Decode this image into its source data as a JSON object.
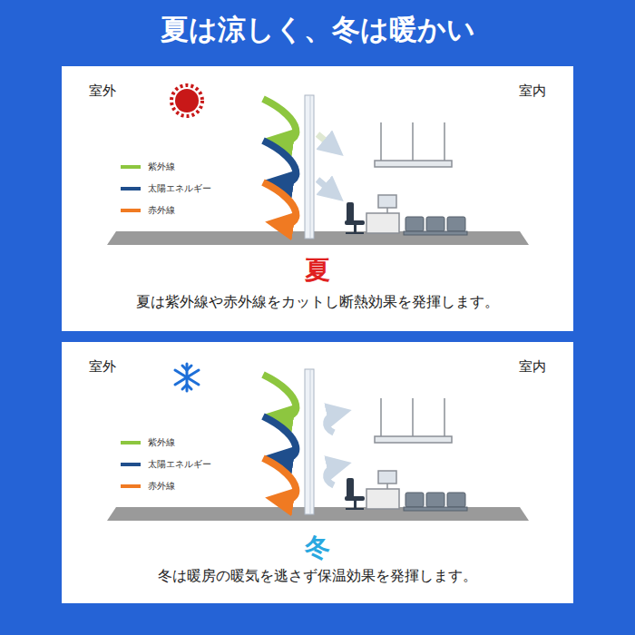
{
  "diagram": {
    "title": "夏は涼しく、冬は暖かい",
    "nodes": [
      {
        "text": [
          "室外",
          "室内",
          "夏",
          "夏は紫外線や赤外線をカットし断熱効果を発揮します。"
        ]
      },
      {
        "text": [
          "室外",
          "室内",
          "冬",
          "冬は暖房の暖気を逃さず保温効果を発揮します。"
        ]
      }
    ],
    "legend": [
      {
        "text": "紫外線",
        "color": "#8dc63f"
      },
      {
        "text": "太陽エネルギー",
        "color": "#1f4e8c"
      },
      {
        "text": "赤外線",
        "color": "#f07a22"
      },
      {
        "text": "紫外線",
        "color": "#8dc63f"
      },
      {
        "text": "太陽エネルギー",
        "color": "#1f4e8c"
      },
      {
        "text": "赤外線",
        "color": "#f07a22"
      }
    ]
  }
}
